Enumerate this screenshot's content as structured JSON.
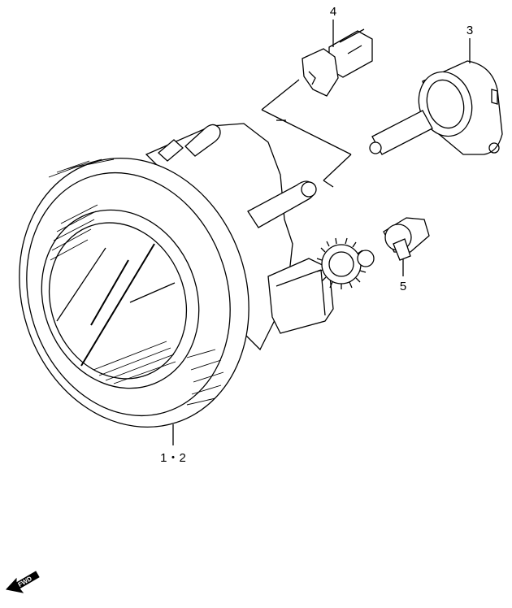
{
  "callouts": [
    {
      "id": "part-1-2",
      "text": "1・2"
    },
    {
      "id": "part-3",
      "text": "3"
    },
    {
      "id": "part-4",
      "text": "4"
    },
    {
      "id": "part-5",
      "text": "5"
    }
  ],
  "direction_badge": {
    "text": "FWD"
  }
}
